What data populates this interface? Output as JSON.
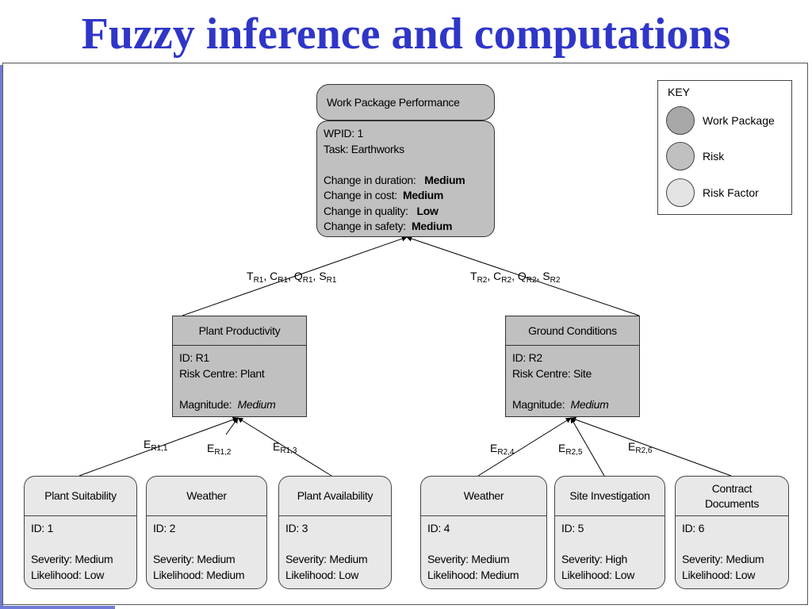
{
  "title": "Fuzzy inference and computations",
  "key": {
    "title": "KEY",
    "items": [
      {
        "label": "Work Package",
        "color": "#a8a8a8"
      },
      {
        "label": "Risk",
        "color": "#c0c0c0"
      },
      {
        "label": "Risk Factor",
        "color": "#e4e4e4"
      }
    ]
  },
  "work_package": {
    "title": "Work Package Performance",
    "wpid": "WPID: 1",
    "task": "Task: Earthworks",
    "lines": [
      {
        "label": "Change in duration:",
        "value": "Medium"
      },
      {
        "label": "Change in cost:",
        "value": "Medium"
      },
      {
        "label": "Change in quality:",
        "value": "Low"
      },
      {
        "label": "Change in safety:",
        "value": "Medium"
      }
    ]
  },
  "risk_edge_labels": [
    {
      "parts": [
        [
          "T",
          "R1"
        ],
        [
          "C",
          "R1"
        ],
        [
          "Q",
          "R1"
        ],
        [
          "S",
          "R1"
        ]
      ]
    },
    {
      "parts": [
        [
          "T",
          "R2"
        ],
        [
          "C",
          "R2"
        ],
        [
          "Q",
          "R2"
        ],
        [
          "S",
          "R2"
        ]
      ]
    }
  ],
  "risks": [
    {
      "title": "Plant Productivity",
      "id": "ID: R1",
      "centre": "Risk Centre: Plant",
      "magnitude_label": "Magnitude:",
      "magnitude": "Medium"
    },
    {
      "title": "Ground Conditions",
      "id": "ID: R2",
      "centre": "Risk Centre: Site",
      "magnitude_label": "Magnitude:",
      "magnitude": "Medium"
    }
  ],
  "factor_edge_labels": [
    {
      "main": "E",
      "sub": "R1,1"
    },
    {
      "main": "E",
      "sub": "R1,2"
    },
    {
      "main": "E",
      "sub": "R1,3"
    },
    {
      "main": "E",
      "sub": "R2,4"
    },
    {
      "main": "E",
      "sub": "R2,5"
    },
    {
      "main": "E",
      "sub": "R2,6"
    }
  ],
  "factors": [
    {
      "title": "Plant Suitability",
      "id": "ID: 1",
      "severity": "Severity: Medium",
      "likelihood": "Likelihood: Low"
    },
    {
      "title": "Weather",
      "id": "ID: 2",
      "severity": "Severity: Medium",
      "likelihood": "Likelihood: Medium"
    },
    {
      "title": "Plant Availability",
      "id": "ID: 3",
      "severity": "Severity: Medium",
      "likelihood": "Likelihood: Low"
    },
    {
      "title": "Weather",
      "id": "ID: 4",
      "severity": "Severity: Medium",
      "likelihood": "Likelihood: Medium"
    },
    {
      "title": "Site Investigation",
      "id": "ID: 5",
      "severity": "Severity: High",
      "likelihood": "Likelihood: Low"
    },
    {
      "title": "Contract Documents",
      "id": "ID: 6",
      "severity": "Severity: Medium",
      "likelihood": "Likelihood: Low"
    }
  ]
}
